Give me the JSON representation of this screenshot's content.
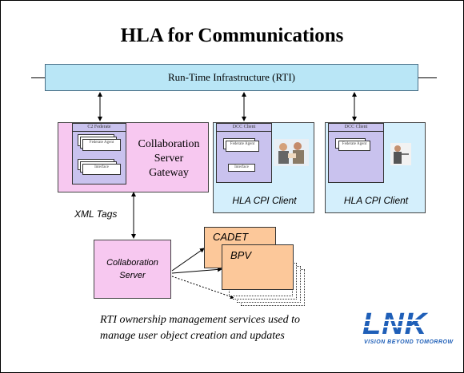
{
  "title": "HLA for Communications",
  "rti": {
    "label": "Run-Time Infrastructure (RTI)"
  },
  "c2_federate": {
    "header": "C2 Federate",
    "card1": "Federate Agent",
    "card2": "Interface",
    "gateway_label": [
      "Collaboration",
      "Server",
      "Gateway"
    ]
  },
  "client1": {
    "header": "DCC Client",
    "card1": "Federate Agent",
    "card2": "Interface",
    "caption": "HLA CPI Client"
  },
  "client2": {
    "header": "DCC Client",
    "card1": "Federate Agent",
    "caption": "HLA CPI Client"
  },
  "xml_tags": "XML Tags",
  "collab_server": [
    "Collaboration",
    "Server"
  ],
  "docs": {
    "cadet": "CADET",
    "bpv": "BPV"
  },
  "footer": [
    "RTI ownership management services used to",
    "manage user object creation and updates"
  ],
  "logo": {
    "name": "LNK",
    "tagline": "VISION BEYOND TOMORROW"
  },
  "colors": {
    "rti_bar": "#b9e6f6",
    "gateway": "#f7c8f0",
    "client": "#d4effc",
    "panel": "#c9c2ee",
    "docs": "#fcc89a",
    "logo": "#1f5fb8"
  }
}
